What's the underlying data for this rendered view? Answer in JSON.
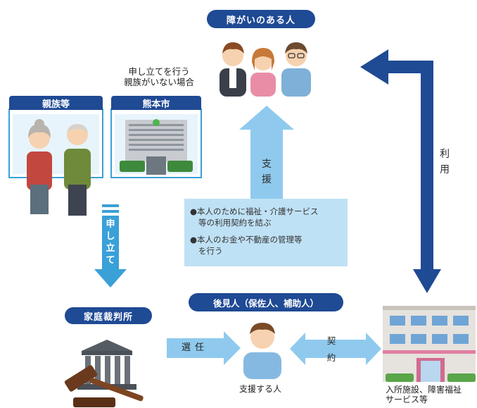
{
  "colors": {
    "navy": "#1f4a94",
    "arrow_light": "#8fcaee",
    "box_light": "#d6ecf9",
    "frame": "#3aa0d8"
  },
  "title_persons": "障がいのある人",
  "petition_note": {
    "line1": "申し立てを行う",
    "line2": "親族がいない場合"
  },
  "relatives_tab": "親族等",
  "city_tab": "熊本市",
  "petition_arrow": "申し立て",
  "support_arrow": "支援",
  "use_arrow": "利用",
  "roles": {
    "line1": "●本人のために福祉・介護サービス",
    "line2": "等の利用契約を結ぶ",
    "line3": "●本人のお金や不動産の管理等",
    "line4": "を行う"
  },
  "guardian_pill": "後見人（保佐人、補助人）",
  "court_pill": "家庭裁判所",
  "appoint_arrow": "選任",
  "contract_arrow": "契約",
  "supporter_label": "支援する人",
  "facility_label": {
    "line1": "入所施設、障害福祉",
    "line2": "サービス等"
  },
  "icons": [
    "three-people-icon",
    "elderly-couple-icon",
    "city-hall-icon",
    "courthouse-icon",
    "gavel-icon",
    "supporter-person-icon",
    "facility-building-icon"
  ]
}
